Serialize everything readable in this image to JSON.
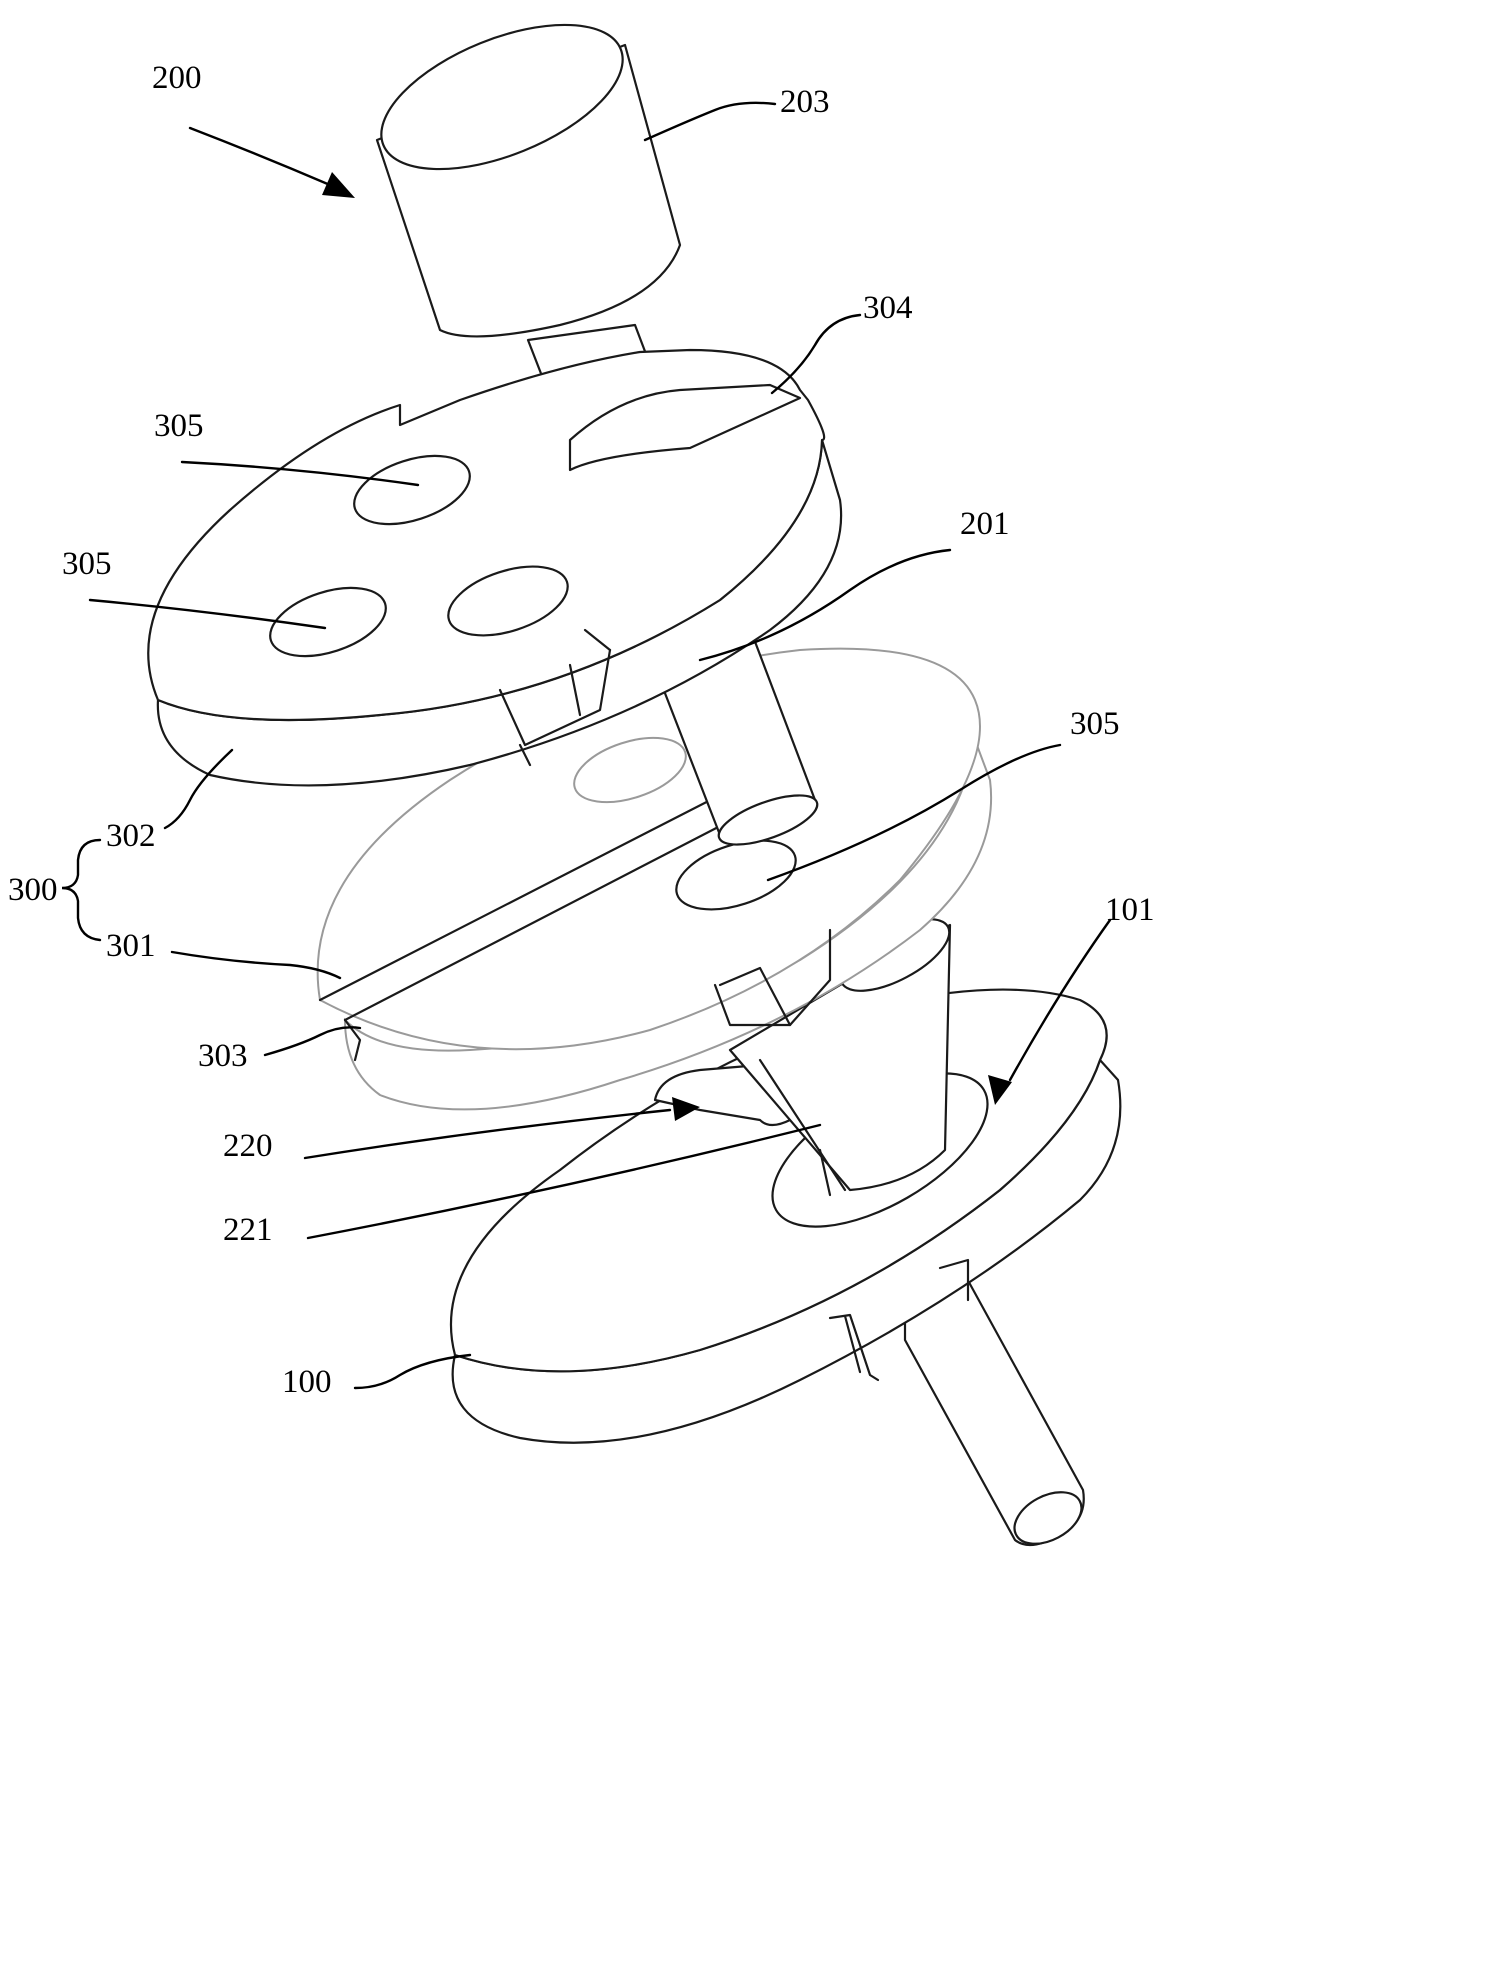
{
  "figure": {
    "labels": {
      "l200": "200",
      "l203": "203",
      "l304": "304",
      "l305a": "305",
      "l305b": "305",
      "l201": "201",
      "l305c": "305",
      "l302": "302",
      "l300": "300",
      "l301": "301",
      "l101": "101",
      "l303": "303",
      "l220": "220",
      "l221": "221",
      "l100": "100"
    }
  }
}
